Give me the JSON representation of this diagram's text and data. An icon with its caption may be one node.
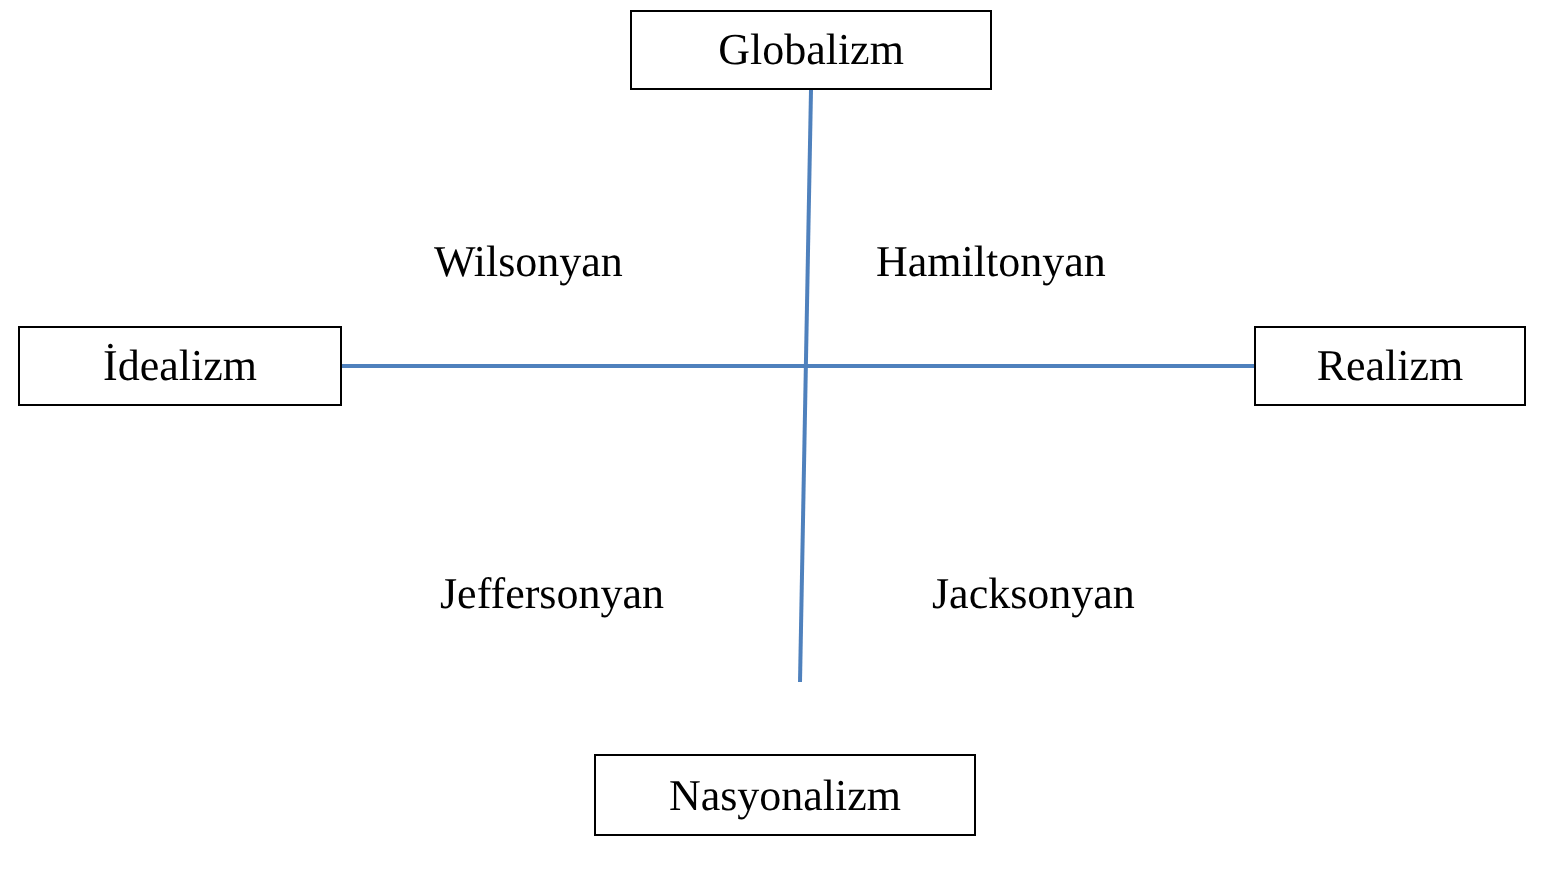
{
  "diagram": {
    "nodes": [
      {
        "text": [
          "Globalizm"
        ]
      },
      {
        "text": [
          "İdealizm"
        ]
      },
      {
        "text": [
          "Realizm"
        ]
      },
      {
        "text": [
          "Nasyonalizm"
        ]
      }
    ],
    "edges": [
      {
        "from": 1,
        "to": 2,
        "arrow": "none"
      },
      {
        "from": 0,
        "to": null,
        "arrow": "none"
      }
    ],
    "labels": [
      "Wilsonyan",
      "Hamiltonyan",
      "Jeffersonyan",
      "Jacksonyan"
    ]
  }
}
